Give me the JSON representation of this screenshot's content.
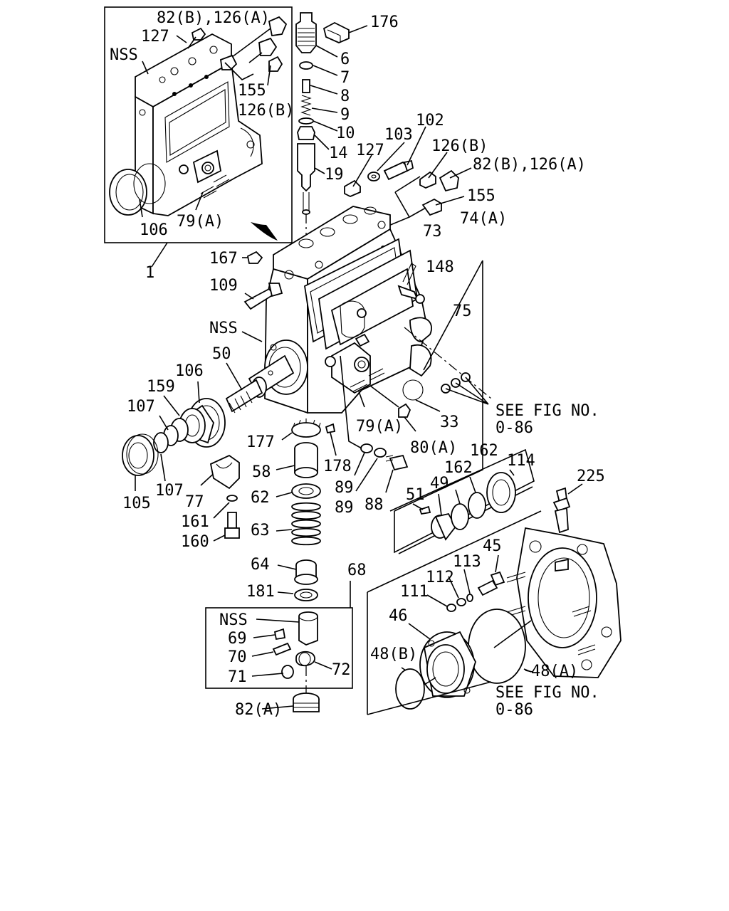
{
  "labels": {
    "inset_82b_126a": "82(B),126(A)",
    "inset_127": "127",
    "inset_nss": "NSS",
    "inset_155": "155",
    "inset_126b": "126(B)",
    "inset_106": "106",
    "inset_79a": "79(A)",
    "assembly_1": "1",
    "p176": "176",
    "p6": "6",
    "p7": "7",
    "p8": "8",
    "p9": "9",
    "p10": "10",
    "p14": "14",
    "p19": "19",
    "p102": "102",
    "p103": "103",
    "p127": "127",
    "p126b": "126(B)",
    "p82b_126a": "82(B),126(A)",
    "p155": "155",
    "p74a": "74(A)",
    "p73": "73",
    "p167": "167",
    "p148": "148",
    "p109": "109",
    "p75": "75",
    "p_nss": "NSS",
    "p50": "50",
    "p106": "106",
    "p159": "159",
    "p107a": "107",
    "p79a": "79(A)",
    "p33": "33",
    "see_fig_1a": "SEE FIG NO.",
    "see_fig_1b": "0-86",
    "p80a": "80(A)",
    "p177": "177",
    "p178": "178",
    "p162a": "162",
    "p162b": "162",
    "p114": "114",
    "p58": "58",
    "p89a": "89",
    "p89b": "89",
    "p88": "88",
    "p49": "49",
    "p51": "51",
    "p105": "105",
    "p107b": "107",
    "p77": "77",
    "p62": "62",
    "p161": "161",
    "p63": "63",
    "p160": "160",
    "p225": "225",
    "p45": "45",
    "p64": "64",
    "p68": "68",
    "p113": "113",
    "p112": "112",
    "p111": "111",
    "p181": "181",
    "p46": "46",
    "gov_nss": "NSS",
    "p69": "69",
    "p70": "70",
    "p71": "71",
    "p72": "72",
    "p48b": "48(B)",
    "p48a": "48(A)",
    "see_fig_2a": "SEE FIG NO.",
    "see_fig_2b": "0-86",
    "p82a": "82(A)"
  }
}
